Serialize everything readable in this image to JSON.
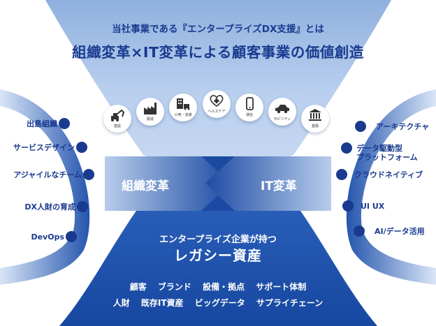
{
  "header": {
    "subtitle": "当社事業である『エンタープライズDX支援』とは",
    "title": "組織変革×IT変革による顧客事業の価値創造"
  },
  "industries": [
    {
      "icon": "excavator-icon",
      "label": "建設"
    },
    {
      "icon": "factory-icon",
      "label": "製造"
    },
    {
      "icon": "retail-logistics-icon",
      "label": "小売・流通"
    },
    {
      "icon": "healthcare-icon",
      "label": "ヘルスケア"
    },
    {
      "icon": "smartphone-icon",
      "label": "通信"
    },
    {
      "icon": "car-icon",
      "label": "モビリティ"
    },
    {
      "icon": "bank-icon",
      "label": "金融"
    }
  ],
  "org_transformation": {
    "label": "組織変革",
    "items": [
      "出島組織",
      "サービスデザイン",
      "アジャイルなチーム",
      "DX人財の育成",
      "DevOps"
    ]
  },
  "it_transformation": {
    "label": "IT変革",
    "items": [
      "アーキテクチャ",
      "データ駆動型\nプラットフォーム",
      "クラウドネイティブ",
      "UI UX",
      "AI/データ活用"
    ]
  },
  "legacy": {
    "subtitle": "エンタープライズ企業が持つ",
    "title": "レガシー資産",
    "row1": "顧客 ブランド 設備・拠点 サポート体制",
    "row2": "人財 既存IT資産 ビッグデータ サプライチェーン"
  },
  "colors": {
    "navy": "#1a3a8f",
    "dark_blue": "#1f4fa8",
    "light_blue": "#a9c3e6",
    "pale_blue": "#d7e4f5"
  }
}
